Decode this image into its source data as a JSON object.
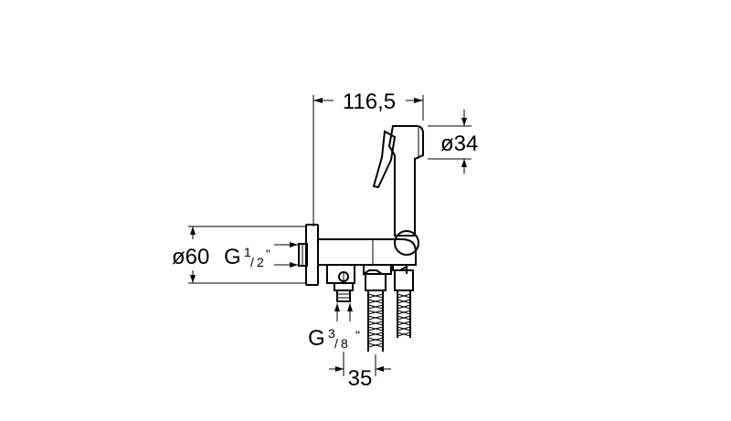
{
  "dimensions": {
    "width_total": "116,5",
    "handshower_diameter": "ø34",
    "flange_diameter": "ø60",
    "thread_main_prefix": "G",
    "thread_main_num": "1",
    "thread_main_den": "2",
    "thread_main_suffix": "\"",
    "thread_outlet_prefix": "G",
    "thread_outlet_num": "3",
    "thread_outlet_den": "8",
    "thread_outlet_suffix": "\"",
    "outlet_spacing": "35"
  },
  "colors": {
    "line": "#000000",
    "background": "#ffffff"
  }
}
